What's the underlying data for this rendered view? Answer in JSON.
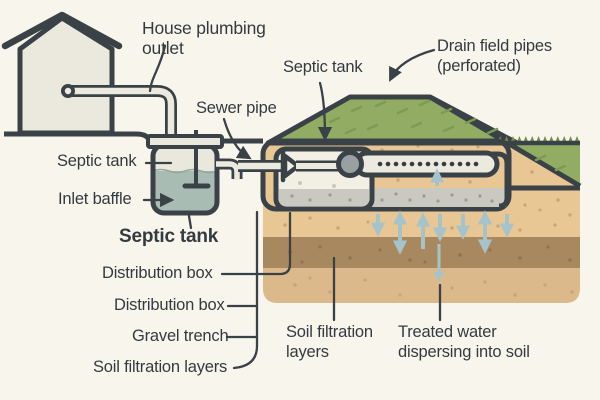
{
  "title": "Septic system cross-section diagram",
  "colors": {
    "background": "#f8f5ec",
    "outline": "#3a4247",
    "text": "#343b40",
    "house_fill": "#ebe9dd",
    "mound_green": "#92ac64",
    "grass_blade": "#7d9b52",
    "grass_tuft": "#6e8e49",
    "soil_tan": "#e8c795",
    "soil_brown": "#a8895f",
    "soil_tan_lower": "#dbb98b",
    "soil_speckle": "#c9a574",
    "soil_speckle_dark": "#8f734c",
    "gravel": "#cac9c1",
    "gravel_dot": "#9b9b91",
    "water": "#a9bcb3",
    "tank_light": "#eae8dc",
    "tank_interior": "#f2efe5",
    "pipe_fill": "#eceadf",
    "junction_gray": "#9aa0a2",
    "arrow_blue": "#a7c3ca"
  },
  "labels": {
    "house_plumbing_outlet": "House plumbing outlet",
    "sewer_pipe": "Sewer pipe",
    "septic_tank_side": "Septic tank",
    "inlet_baffle": "Inlet baffle",
    "septic_tank_main": "Septic tank",
    "distribution_box_upper": "Distribution box",
    "distribution_box_lower": "Distribution box",
    "gravel_trench": "Gravel trench",
    "soil_filtration_layers_left": "Soil filtration layers",
    "septic_tank_buried": "Septic tank",
    "drain_field_pipes": "Drain field pipes (perforated)",
    "soil_filtration_layers_right": "Soil filtration layers",
    "treated_water": "Treated water dispersing into soil"
  }
}
